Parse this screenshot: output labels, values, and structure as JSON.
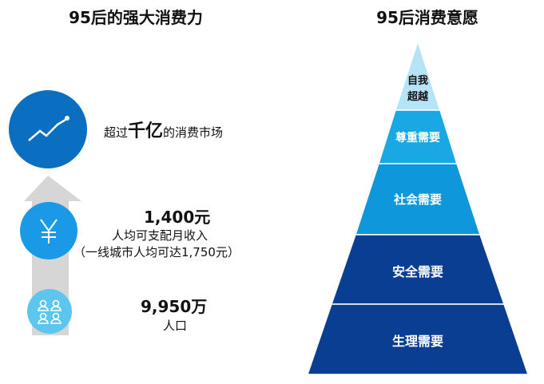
{
  "left": {
    "title": "95后的强大消费力",
    "rows": [
      {
        "icon": "trend-chart-icon",
        "prefix": "超过",
        "highlight": "千亿",
        "suffix": "的消费市场"
      },
      {
        "icon": "yuan-icon",
        "value": "1,400元",
        "label": "人均可支配月收入",
        "note": "（一线城市人均可达1,750元）"
      },
      {
        "icon": "people-icon",
        "value": "9,950万",
        "label": "人口"
      }
    ]
  },
  "right": {
    "title": "95后消费意愿",
    "tiers": [
      "自我超越",
      "尊重需要",
      "社会需要",
      "安全需要",
      "生理需要"
    ],
    "tier_top_lines": [
      "自我",
      "超越"
    ]
  },
  "colors": {
    "tier_1": "#b5e4f7",
    "tier_2": "#19a8e3",
    "tier_3": "#0e97da",
    "tier_4": "#0a3e93",
    "tier_5": "#0a3e93",
    "circle_1": "#0a6fc0",
    "circle_2": "#1a9ae6",
    "circle_3": "#5cc6ee",
    "arrow": "#d6d6d6"
  }
}
